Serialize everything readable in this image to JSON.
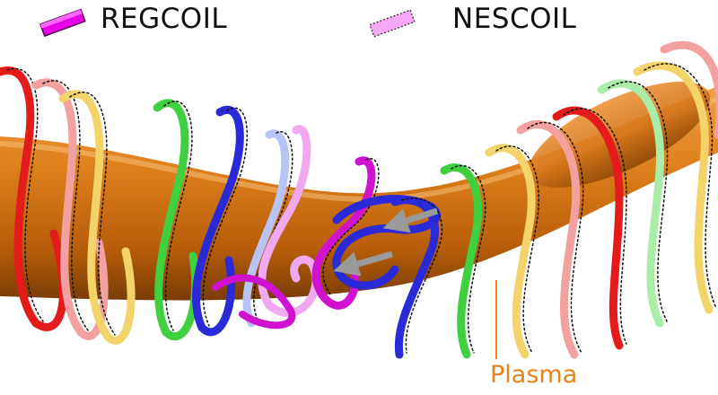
{
  "legend": {
    "regcoil_label": "REGCOIL",
    "nescoil_label": "NESCOIL"
  },
  "plasma_label": "Plasma",
  "colors": {
    "regcoil_swatch": "#e800e8",
    "nescoil_swatch": "#f8a8f8",
    "plasma": "#d2740e",
    "plasma_label": "#e8821a",
    "arrow": "#9a9a9a",
    "coil_red": "#e31b1b",
    "coil_pink": "#f2a0a0",
    "coil_yellow": "#f3d36a",
    "coil_green": "#3fcf3f",
    "coil_lightgreen": "#a8eea8",
    "coil_blue": "#2a2ad8",
    "coil_lightblue": "#b8c4f6",
    "coil_magenta": "#d012d0",
    "coil_lightmagenta": "#f0a8f0"
  },
  "icons": [
    "regcoil-legend-swatch",
    "nescoil-legend-swatch",
    "arrow-icon"
  ]
}
